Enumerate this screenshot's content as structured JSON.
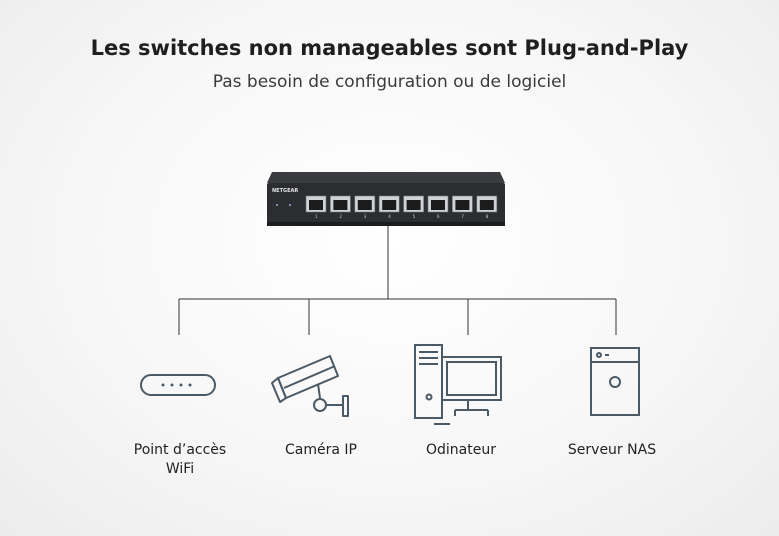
{
  "header": {
    "title": "Les switches non manageables sont Plug-and-Play",
    "subtitle": "Pas besoin de configuration ou de logiciel"
  },
  "switch": {
    "brand": "NETGEAR",
    "ports": [
      "1",
      "2",
      "3",
      "4",
      "5",
      "6",
      "7",
      "8"
    ]
  },
  "devices": [
    {
      "id": "wifi",
      "label_line1": "Point d’accès",
      "label_line2": "WiFi",
      "icon": "wifi-access-point-icon"
    },
    {
      "id": "camera",
      "label_line1": "Caméra IP",
      "label_line2": "",
      "icon": "ip-camera-icon"
    },
    {
      "id": "computer",
      "label_line1": "Odinateur",
      "label_line2": "",
      "icon": "computer-icon"
    },
    {
      "id": "nas",
      "label_line1": "Serveur NAS",
      "label_line2": "",
      "icon": "nas-server-icon"
    }
  ],
  "colors": {
    "icon_stroke": "#4a5a66",
    "line": "#333333",
    "switch_body": "#2b2d30"
  }
}
